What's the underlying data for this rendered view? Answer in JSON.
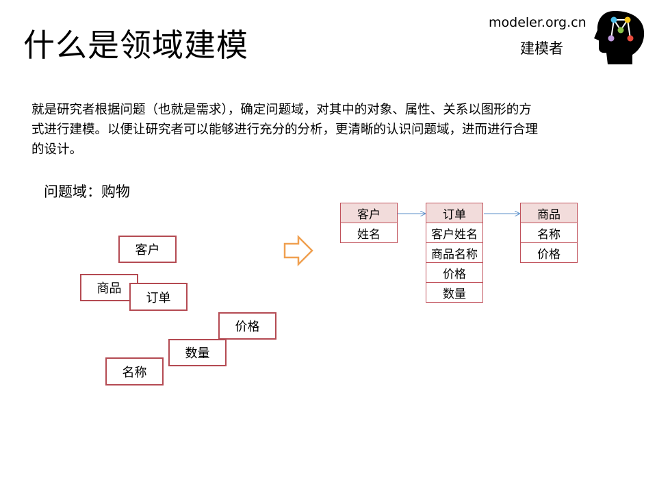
{
  "title": "什么是领域建模",
  "site": "modeler.org.cn",
  "brand": "建模者",
  "description": "就是研究者根据问题（也就是需求），确定问题域，对其中的对象、属性、关系以图形的方式进行建模。以便让研究者可以能够进行充分的分析，更清晰的认识问题域，进而进行合理的设计。",
  "problem_domain": "问题域：购物",
  "tags": {
    "customer": "客户",
    "product": "商品",
    "order": "订单",
    "price": "价格",
    "quantity": "数量",
    "name": "名称"
  },
  "entities": {
    "customer": {
      "name": "客户",
      "attributes": [
        "姓名"
      ]
    },
    "order": {
      "name": "订单",
      "attributes": [
        "客户姓名",
        "商品名称",
        "价格",
        "数量"
      ]
    },
    "product": {
      "name": "商品",
      "attributes": [
        "名称",
        "价格"
      ]
    }
  },
  "colors": {
    "tag_border": "#b44a52",
    "entity_header": "#f2dcdb",
    "entity_border": "#c0505a",
    "arrow_outline": "#f0a050",
    "link_line": "#5b8fc9"
  },
  "icons": {
    "logo": "head-network-icon",
    "transform_arrow": "right-arrow-icon"
  }
}
